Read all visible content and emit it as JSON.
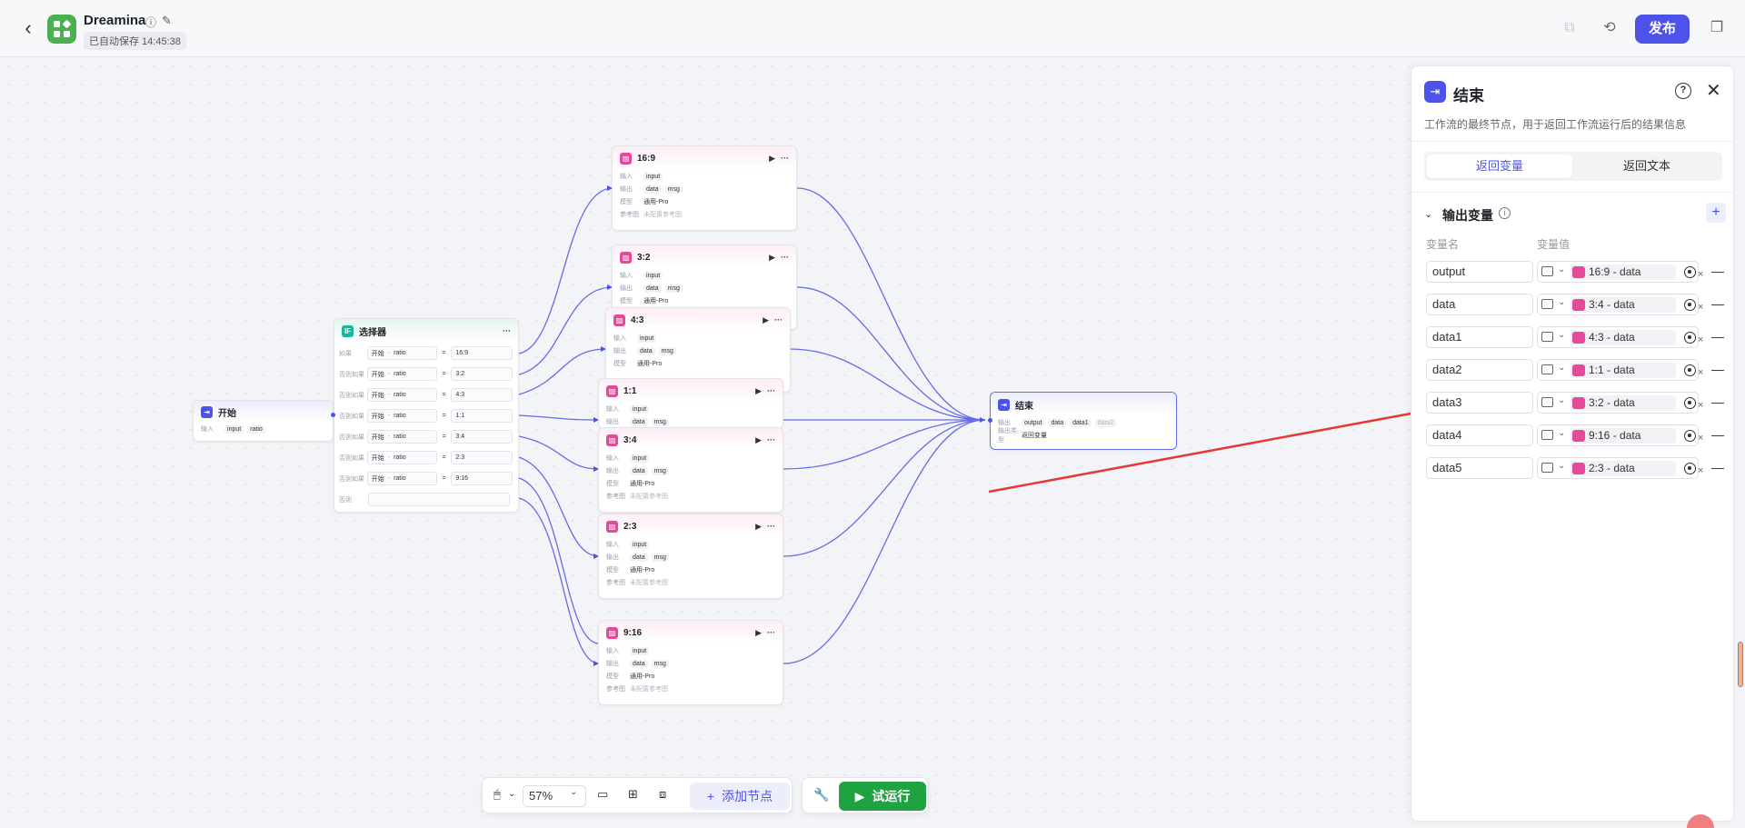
{
  "header": {
    "app_name": "Dreamina",
    "autosave": "已自动保存 14:45:38",
    "publish": "发布"
  },
  "nodes": {
    "start": {
      "title": "开始",
      "input_label": "输入",
      "inputs": [
        "input",
        "ratio"
      ]
    },
    "selector": {
      "title": "选择器",
      "rows": [
        {
          "label": "如果",
          "source": "开始",
          "var": "ratio",
          "op": "=",
          "value": "16:9"
        },
        {
          "label": "否则如果",
          "source": "开始",
          "var": "ratio",
          "op": "=",
          "value": "3:2"
        },
        {
          "label": "否则如果",
          "source": "开始",
          "var": "ratio",
          "op": "=",
          "value": "4:3"
        },
        {
          "label": "否则如果",
          "source": "开始",
          "var": "ratio",
          "op": "=",
          "value": "1:1"
        },
        {
          "label": "否则如果",
          "source": "开始",
          "var": "ratio",
          "op": "=",
          "value": "3:4"
        },
        {
          "label": "否则如果",
          "source": "开始",
          "var": "ratio",
          "op": "=",
          "value": "2:3"
        },
        {
          "label": "否则如果",
          "source": "开始",
          "var": "ratio",
          "op": "=",
          "value": "9:16"
        }
      ],
      "else_label": "否则"
    },
    "image_labels": {
      "input": "输入",
      "output": "输出",
      "model": "模型",
      "ref": "参考图"
    },
    "image_values": {
      "input": "input",
      "out1": "data",
      "out2": "msg",
      "model": "通用-Pro",
      "ref": "未配置参考图"
    },
    "images": [
      "16:9",
      "3:2",
      "4:3",
      "1:1",
      "3:4",
      "2:3",
      "9:16"
    ],
    "end": {
      "title": "结束",
      "output_label": "输出",
      "outputs": [
        "output",
        "data",
        "data1",
        "data2"
      ],
      "type_label": "输出类型",
      "type_value": "返回变量"
    }
  },
  "panel": {
    "title": "结束",
    "description": "工作流的最终节点，用于返回工作流运行后的结果信息",
    "tabs": [
      "返回变量",
      "返回文本"
    ],
    "section_title": "输出变量",
    "col_name": "变量名",
    "col_value": "变量值",
    "variables": [
      {
        "name": "output",
        "ref": "16:9 - data"
      },
      {
        "name": "data",
        "ref": "3:4 - data"
      },
      {
        "name": "data1",
        "ref": "4:3 - data"
      },
      {
        "name": "data2",
        "ref": "1:1 - data"
      },
      {
        "name": "data3",
        "ref": "3:2 - data"
      },
      {
        "name": "data4",
        "ref": "9:16 - data"
      },
      {
        "name": "data5",
        "ref": "2:3 - data"
      }
    ]
  },
  "toolbar": {
    "zoom": "57%",
    "add_node": "添加节点",
    "run": "试运行"
  },
  "colors": {
    "accent": "#4d53e8",
    "run": "#1fa340",
    "image_node": "#e6499a",
    "annotation_arrow": "#e53935"
  }
}
